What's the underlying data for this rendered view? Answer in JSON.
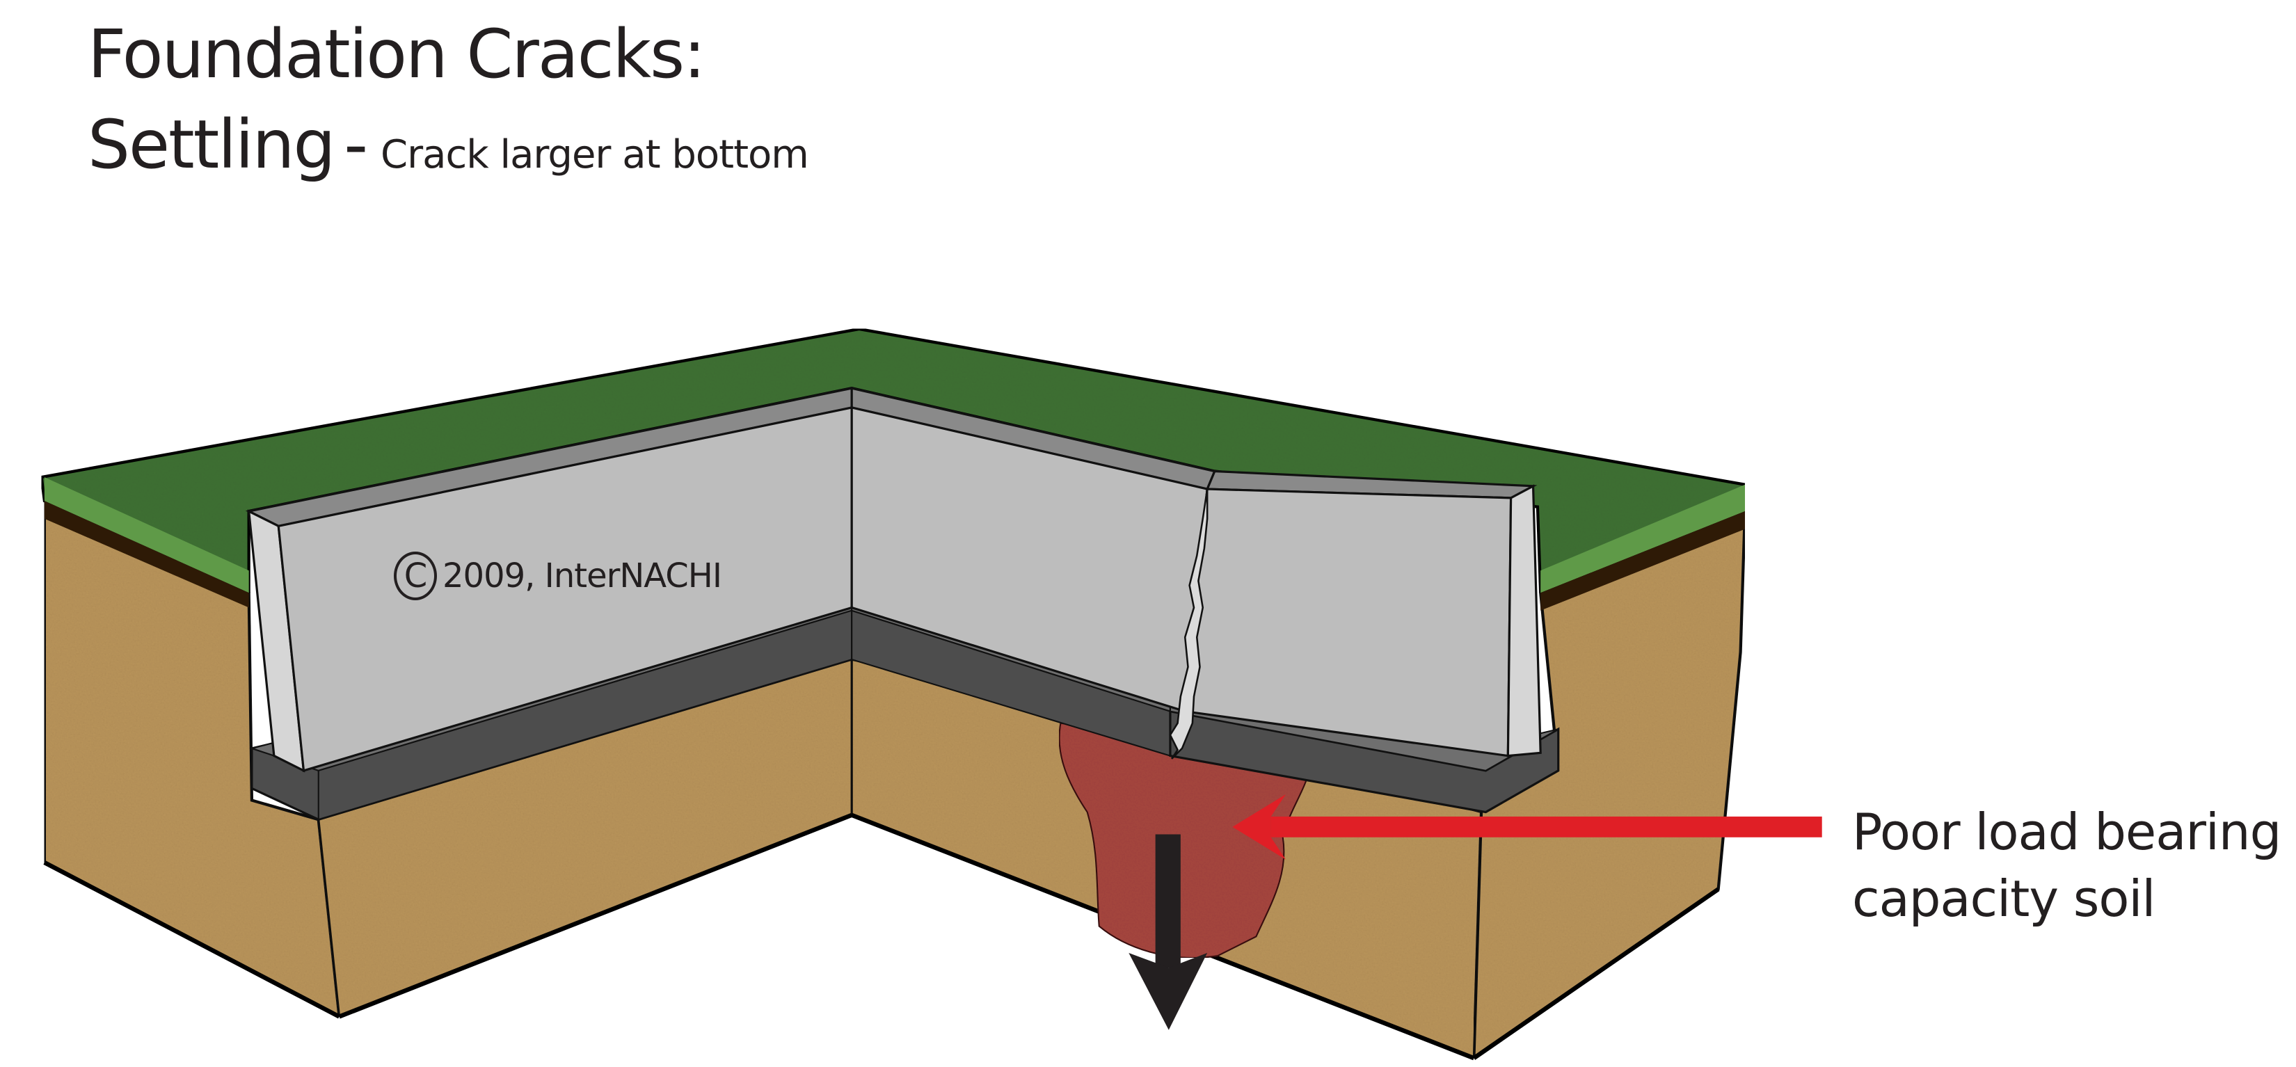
{
  "title": {
    "line1": "Foundation Cracks:",
    "line2_main": "Settling",
    "line2_separator": "-",
    "line2_sub": "Crack larger at bottom"
  },
  "diagram": {
    "copyright_symbol": "C",
    "copyright_text": "2009, InterNACHI",
    "callout": {
      "line1": "Poor load bearing",
      "line2": "capacity soil"
    },
    "elements": [
      "grass-surface",
      "topsoil-layer",
      "soil-cross-section",
      "foundation-wall-left",
      "foundation-wall-back",
      "foundation-wall-settled-section",
      "footing",
      "settlement-crack",
      "poor-soil-zone",
      "red-callout-arrow",
      "black-settlement-arrow"
    ]
  },
  "colors": {
    "grass": "#3f7033",
    "grass_edge": "#5f9a48",
    "topsoil": "#2e1a06",
    "soil": "#b8935a",
    "wall_face": "#bdbdbd",
    "wall_top": "#8a8a8a",
    "footing": "#4d4d4d",
    "footing_top": "#6f6f6f",
    "poor_soil": "#a5453f",
    "callout_arrow": "#e01f26",
    "settlement_arrow": "#231f20",
    "text": "#231f20"
  }
}
